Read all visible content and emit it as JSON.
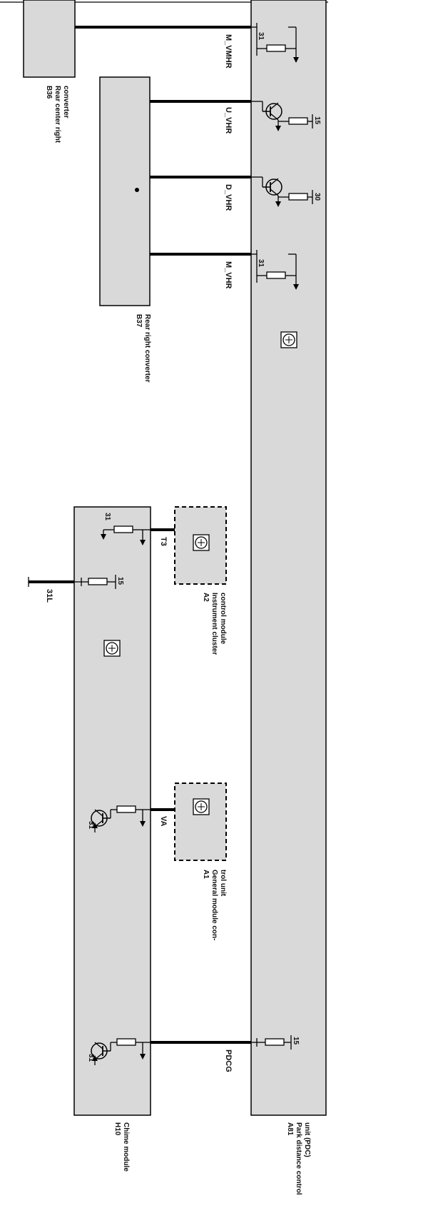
{
  "components": {
    "b36": {
      "code": "B36",
      "name_line1": "Rear center right",
      "name_line2": "converter"
    },
    "b37": {
      "code": "B37",
      "name_line1": "Rear right converter"
    },
    "a81": {
      "code": "A81",
      "name_line1": "Park distance control",
      "name_line2": "unit (PDC)"
    },
    "h10": {
      "code": "H10",
      "name_line1": "Chime module"
    },
    "a2": {
      "code": "A2",
      "name_line1": "Instrument cluster",
      "name_line2": "control module"
    },
    "a1": {
      "code": "A1",
      "name_line1": "General module con-",
      "name_line2": "trol unit"
    }
  },
  "signals": {
    "m_vmhr": "M_VMHR",
    "u_vhr": "U_VHR",
    "d_vhr": "D_VHR",
    "m_vhr": "M_VHR",
    "pdcg": "PDCG",
    "t3": "T3",
    "va": "VA",
    "wire_31l": "31L"
  },
  "terminals": {
    "ground": "31",
    "ignition": "15",
    "battery": "30"
  },
  "colors": {
    "unit_fill": "#d9d9d9",
    "line": "#000000",
    "background": "#ffffff"
  }
}
